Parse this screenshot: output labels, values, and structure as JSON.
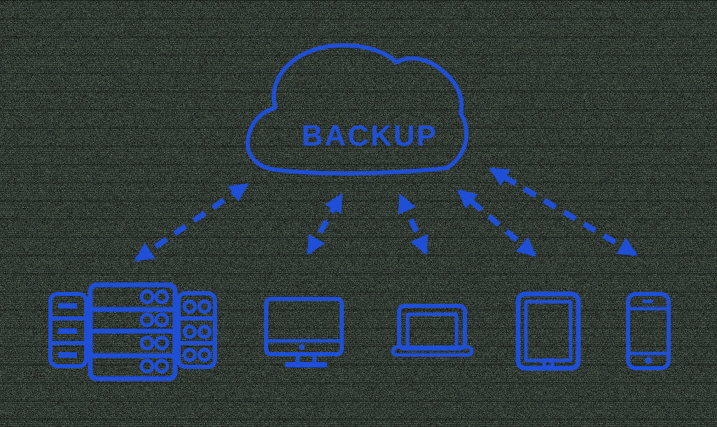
{
  "colors": {
    "accent": "#1e4fd6",
    "background": "#5f7160",
    "noise_dark": "#0a0f0c",
    "noise_light": "#9aa893"
  },
  "background": {
    "texture": "static-noise"
  },
  "cloud": {
    "label": "BACKUP"
  },
  "devices": [
    {
      "id": "server-rack",
      "icon": "server-rack-icon"
    },
    {
      "id": "desktop-computer",
      "icon": "desktop-monitor-icon"
    },
    {
      "id": "laptop",
      "icon": "laptop-icon"
    },
    {
      "id": "tablet",
      "icon": "tablet-icon"
    },
    {
      "id": "smartphone",
      "icon": "smartphone-icon"
    }
  ],
  "connections": [
    {
      "from": "cloud",
      "to": "server-rack",
      "style": "dashed",
      "bidirectional": true
    },
    {
      "from": "cloud",
      "to": "desktop-computer",
      "style": "dashed",
      "bidirectional": true
    },
    {
      "from": "cloud",
      "to": "laptop",
      "style": "dashed",
      "bidirectional": true
    },
    {
      "from": "cloud",
      "to": "tablet",
      "style": "dashed",
      "bidirectional": true
    },
    {
      "from": "cloud",
      "to": "smartphone",
      "style": "dashed",
      "bidirectional": true
    }
  ]
}
